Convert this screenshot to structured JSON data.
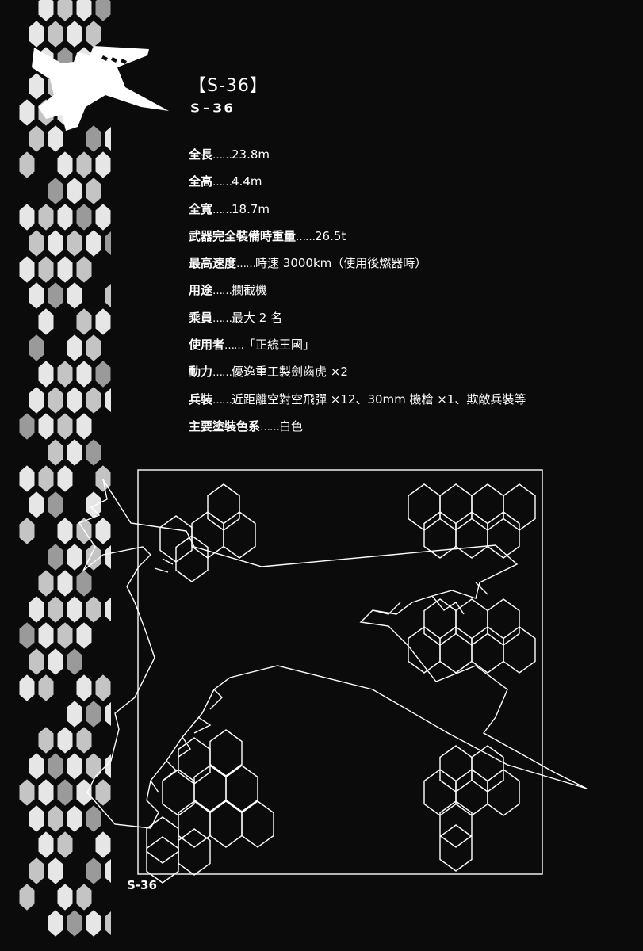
{
  "header": {
    "title": "【S-36】",
    "title_logo": "S-36"
  },
  "specs": [
    {
      "label": "全長",
      "sep": "……",
      "value": "23.8m"
    },
    {
      "label": "全高",
      "sep": "……",
      "value": "4.4m"
    },
    {
      "label": "全寬",
      "sep": "……",
      "value": "18.7m"
    },
    {
      "label": "武器完全裝備時重量",
      "sep": "……",
      "value": "26.5t"
    },
    {
      "label": "最高速度",
      "sep": "……",
      "value": "時速 3000km（使用後燃器時）"
    },
    {
      "label": "用途",
      "sep": "……",
      "value": "攔截機"
    },
    {
      "label": "乘員",
      "sep": "……",
      "value": "最大 2 名"
    },
    {
      "label": "使用者",
      "sep": "……",
      "value": "「正統王國」"
    },
    {
      "label": "動力",
      "sep": "……",
      "value": "優逸重工製劍齒虎 ×2"
    },
    {
      "label": "兵裝",
      "sep": "……",
      "value": "近距離空對空飛彈 ×12、30mm 機槍 ×1、欺敵兵裝等"
    },
    {
      "label": "主要塗裝色系",
      "sep": "……",
      "value": "白色"
    }
  ],
  "footer": {
    "page_code": "S-36"
  },
  "colors": {
    "background": "#0b0b0b",
    "hex_light": "#e6e6e6",
    "hex_mid": "#c4c4c4",
    "hex_dark": "#9a9a9a",
    "line": "#ffffff"
  },
  "icons": [
    "aircraft-silhouette-icon",
    "hexagon-pattern",
    "aircraft-outline-diagram"
  ]
}
